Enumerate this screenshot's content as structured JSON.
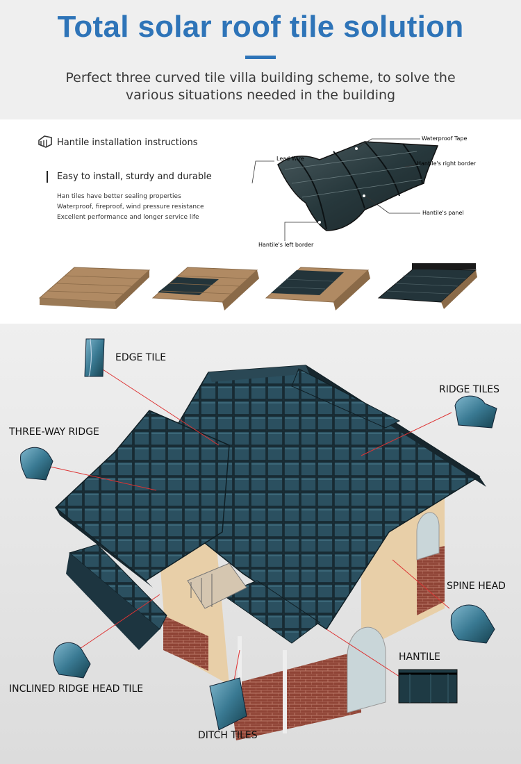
{
  "header": {
    "title": "Total solar roof tile solution",
    "subtitle_line1": "Perfect three curved tile villa building scheme, to solve the",
    "subtitle_line2": "various situations needed in the building"
  },
  "installation": {
    "heading": "Hantile installation instructions",
    "subheading": "Easy to install, sturdy and durable",
    "features": [
      "Han tiles have better sealing properties",
      "Waterproof, fireproof, wind pressure resistance",
      "Excellent performance and longer service life"
    ],
    "diagram_callouts": {
      "waterproof_tape": "Waterproof Tape",
      "lead_wire": "Lead Wire",
      "right_border": "Hantile's right border",
      "panel": "Hantile's panel",
      "left_border": "Hantile's left border"
    }
  },
  "house": {
    "labels": {
      "edge_tile": "EDGE TILE",
      "ridge_tiles": "RIDGE TILES",
      "three_way_ridge": "THREE-WAY RIDGE",
      "spine_head": "SPINE HEAD",
      "hantile": "HANTILE",
      "inclined_ridge_head_tile": "INCLINED RIDGE HEAD TILE",
      "ditch_tiles": "DITCH TILES"
    }
  },
  "colors": {
    "title_blue": "#2e74b8",
    "tile_dark": "#1e3a44",
    "tile_glass": "#3f7f96",
    "wood": "#a9825c",
    "brick": "#9a4a3a",
    "wall": "#e8cfa8",
    "leader_red": "#d33"
  }
}
